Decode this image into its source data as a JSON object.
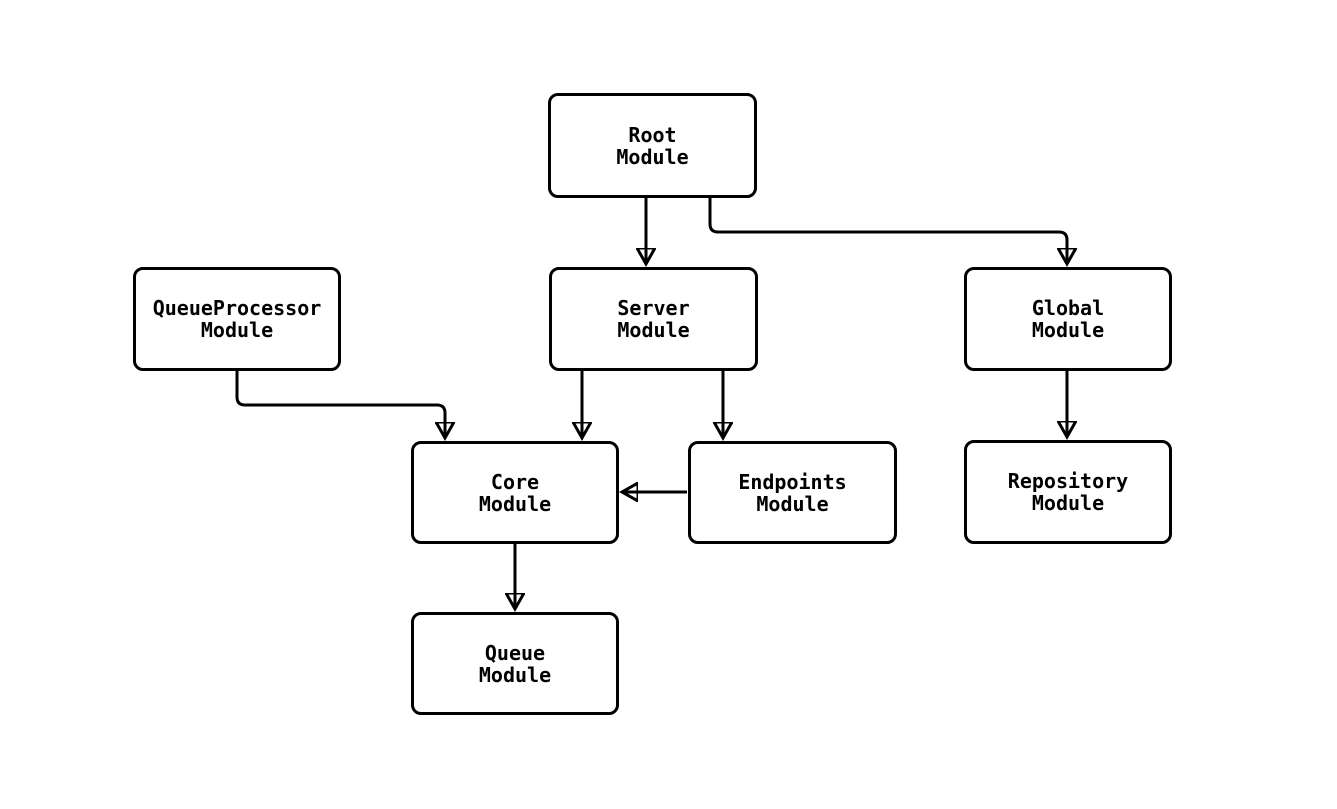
{
  "diagram": {
    "type": "module-dependency-flowchart",
    "background_color": "#ffffff",
    "node_fill_color": "#ffffff",
    "node_stroke_color": "#000000",
    "edge_color": "#000000",
    "text_color": "#000000",
    "nodes": [
      {
        "id": "root",
        "label": "Root\nModule"
      },
      {
        "id": "server",
        "label": "Server\nModule"
      },
      {
        "id": "queueprocessor",
        "label": "QueueProcessor\nModule"
      },
      {
        "id": "global",
        "label": "Global\nModule"
      },
      {
        "id": "core",
        "label": "Core\nModule"
      },
      {
        "id": "endpoints",
        "label": "Endpoints\nModule"
      },
      {
        "id": "repository",
        "label": "Repository\nModule"
      },
      {
        "id": "queue",
        "label": "Queue\nModule"
      }
    ],
    "edges": [
      {
        "from": "Root Module",
        "to": "Server Module"
      },
      {
        "from": "Root Module",
        "to": "Global Module"
      },
      {
        "from": "QueueProcessor Module",
        "to": "Core Module"
      },
      {
        "from": "Server Module",
        "to": "Core Module"
      },
      {
        "from": "Server Module",
        "to": "Endpoints Module"
      },
      {
        "from": "Endpoints Module",
        "to": "Core Module"
      },
      {
        "from": "Global Module",
        "to": "Repository Module"
      },
      {
        "from": "Core Module",
        "to": "Queue Module"
      }
    ]
  }
}
